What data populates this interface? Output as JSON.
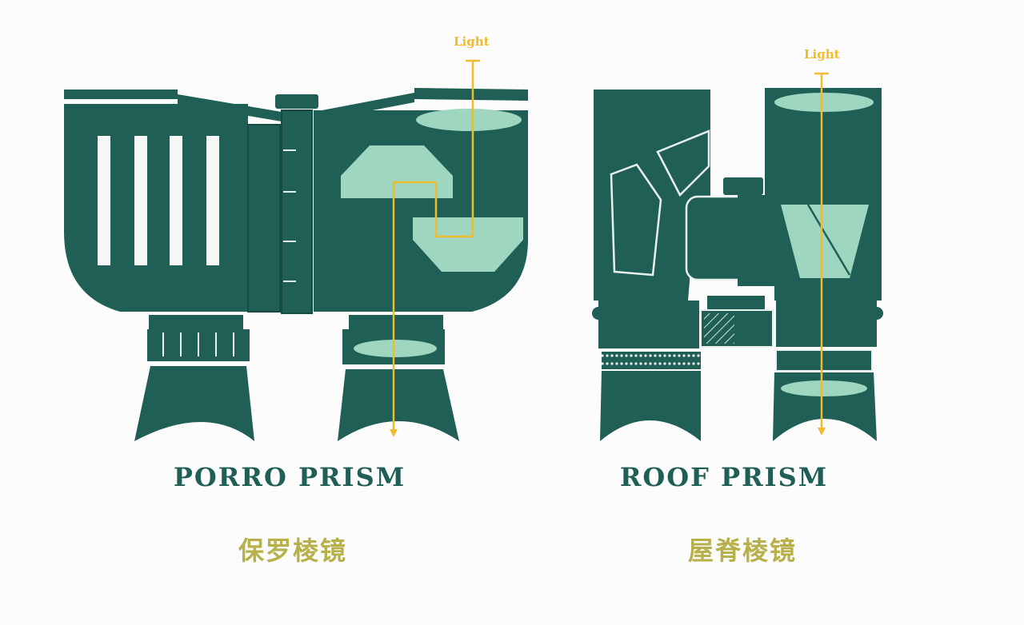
{
  "colors": {
    "body": "#1f5f55",
    "body_dark": "#174a42",
    "glass": "#9ed6c0",
    "light_ray": "#f0bb2e",
    "title": "#1f5f55",
    "subtitle": "#b8b04a",
    "background": "#fbfcfb"
  },
  "porro": {
    "light_label": "Light",
    "title": "PORRO PRISM",
    "subtitle": "保罗棱镜"
  },
  "roof": {
    "light_label": "Light",
    "title": "ROOF PRISM",
    "subtitle": "屋脊棱镜"
  }
}
